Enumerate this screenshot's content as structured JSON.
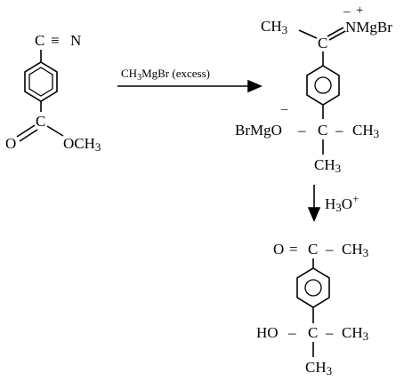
{
  "reactant": {
    "nitrile_c": "C",
    "triple_bond": "≡",
    "nitrile_n": "N",
    "ester_o": "O",
    "ester_c": "C",
    "ester_och3": "OCH",
    "ester_och3_sub": "3"
  },
  "reagent_1": {
    "text_a": "CH",
    "text_sub": "3",
    "text_b": "MgBr (excess)"
  },
  "intermediate": {
    "ch3_left": "CH",
    "ch3_left_sub": "3",
    "imine_c": "C",
    "imine_nmgbr": "NMgBr",
    "minus_charge": "–",
    "plus_charge": "+",
    "alkoxide_brmgo": "BrMgO",
    "alkoxide_minus": "–",
    "bond_left": "–",
    "quat_c": "C",
    "bond_right": "–",
    "ch3_right": "CH",
    "ch3_right_sub": "3",
    "ch3_bottom": "CH",
    "ch3_bottom_sub": "3"
  },
  "reagent_2": {
    "text": "H",
    "sub": "3",
    "o": "O",
    "sup": "+"
  },
  "product": {
    "o": "O",
    "eq": "=",
    "c_top": "C",
    "dash_top": "–",
    "ch3_top": "CH",
    "ch3_top_sub": "3",
    "ho": "HO",
    "dash_left": "–",
    "c_bottom": "C",
    "dash_right": "–",
    "ch3_right": "CH",
    "ch3_right_sub": "3",
    "ch3_low": "CH",
    "ch3_low_sub": "3"
  }
}
